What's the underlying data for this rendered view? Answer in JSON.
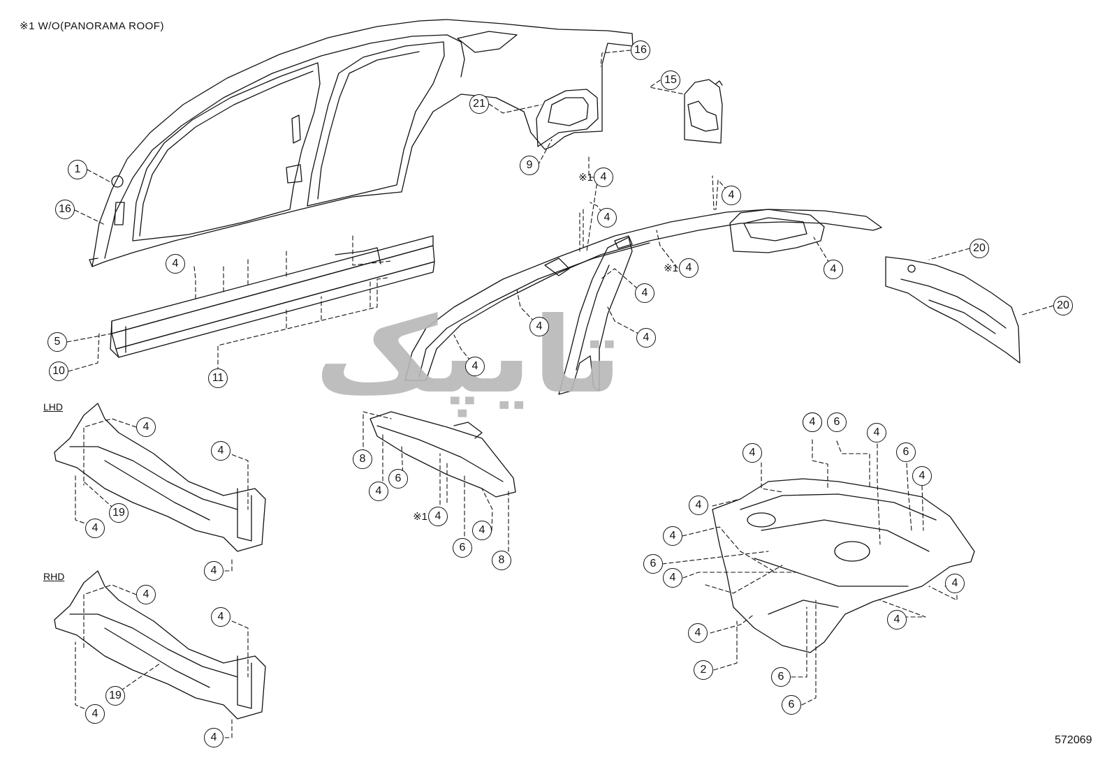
{
  "diagram": {
    "note": "※1 W/O(PANORAMA ROOF)",
    "figure_id": "572069",
    "sections": {
      "lhd": "LHD",
      "rhd": "RHD"
    },
    "watermark": "تایپک",
    "callouts": [
      {
        "num": "1"
      },
      {
        "num": "16"
      },
      {
        "num": "21"
      },
      {
        "num": "16"
      },
      {
        "num": "15"
      },
      {
        "num": "9"
      },
      {
        "num": "4",
        "star": "※1"
      },
      {
        "num": "4"
      },
      {
        "num": "4"
      },
      {
        "num": "4"
      },
      {
        "num": "5"
      },
      {
        "num": "10"
      },
      {
        "num": "11"
      },
      {
        "num": "4",
        "star": "※1"
      },
      {
        "num": "4"
      },
      {
        "num": "4"
      },
      {
        "num": "4"
      },
      {
        "num": "4"
      },
      {
        "num": "4"
      },
      {
        "num": "20"
      },
      {
        "num": "20"
      },
      {
        "num": "4"
      },
      {
        "num": "4"
      },
      {
        "num": "19"
      },
      {
        "num": "4"
      },
      {
        "num": "4"
      },
      {
        "num": "4"
      },
      {
        "num": "4"
      },
      {
        "num": "19"
      },
      {
        "num": "4"
      },
      {
        "num": "4"
      },
      {
        "num": "4"
      },
      {
        "num": "8"
      },
      {
        "num": "6"
      },
      {
        "num": "4"
      },
      {
        "num": "4",
        "star": "※1"
      },
      {
        "num": "6"
      },
      {
        "num": "4"
      },
      {
        "num": "8"
      },
      {
        "num": "4"
      },
      {
        "num": "6"
      },
      {
        "num": "4"
      },
      {
        "num": "4"
      },
      {
        "num": "6"
      },
      {
        "num": "4"
      },
      {
        "num": "4"
      },
      {
        "num": "4"
      },
      {
        "num": "6"
      },
      {
        "num": "4"
      },
      {
        "num": "4"
      },
      {
        "num": "4"
      },
      {
        "num": "2"
      },
      {
        "num": "6"
      },
      {
        "num": "6"
      },
      {
        "num": "4"
      }
    ]
  }
}
